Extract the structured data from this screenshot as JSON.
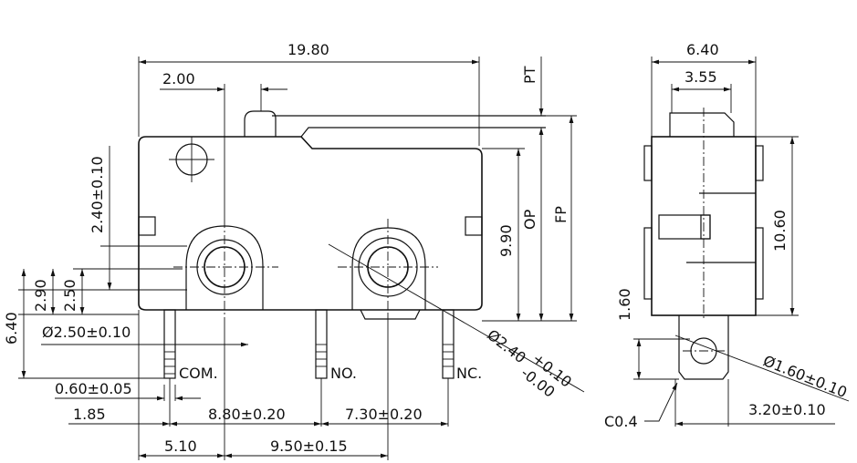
{
  "front_view": {
    "overall_length": "19.80",
    "actuator_offset": "2.00",
    "hole_height": "2.40±0.10",
    "height_290": "2.90",
    "height_250": "2.50",
    "terminal_length": "6.40",
    "hole_dia_1": "Ø2.50±0.10",
    "hole_dia_2_main": "Ø2.40",
    "hole_dia_2_plus": "+0.10",
    "hole_dia_2_minus": "-0.00",
    "terminal_thickness": "0.60±0.05",
    "offset_185": "1.85",
    "pitch_880": "8.80±0.20",
    "pitch_730": "7.30±0.20",
    "offset_510": "5.10",
    "pitch_950": "9.50±0.15",
    "height_990": "9.90",
    "label_pt": "PT",
    "label_op": "OP",
    "label_fp": "FP",
    "terminal_com": "COM.",
    "terminal_no": "NO.",
    "terminal_nc": "NC."
  },
  "side_view": {
    "width_640": "6.40",
    "width_355": "3.55",
    "height_1060": "10.60",
    "height_160": "1.60",
    "hole_dia": "Ø1.60±0.10",
    "chamfer": "C0.4",
    "width_320": "3.20±0.10"
  }
}
